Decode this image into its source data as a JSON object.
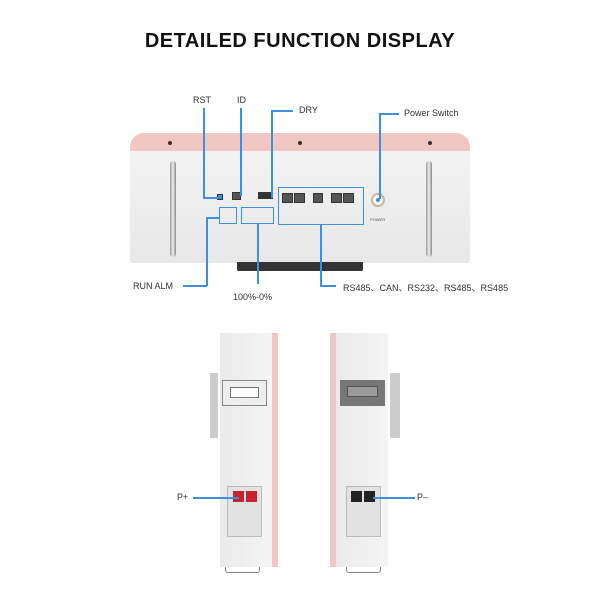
{
  "title": "DETAILED FUNCTION DISPLAY",
  "labels": {
    "rst": "RST",
    "id": "ID",
    "dry": "DRY",
    "power_switch": "Power Switch",
    "run_alm": "RUN  ALM",
    "soc": "100%-0%",
    "comm_ports": "RS485、CAN、RS232、RS485、RS485",
    "p_plus": "P+",
    "p_minus": "P–",
    "power_text": "POWER"
  },
  "colors": {
    "accent": "#3d8fe0",
    "pink": "#f0c7c3",
    "terminal_red": "#c8242c"
  }
}
